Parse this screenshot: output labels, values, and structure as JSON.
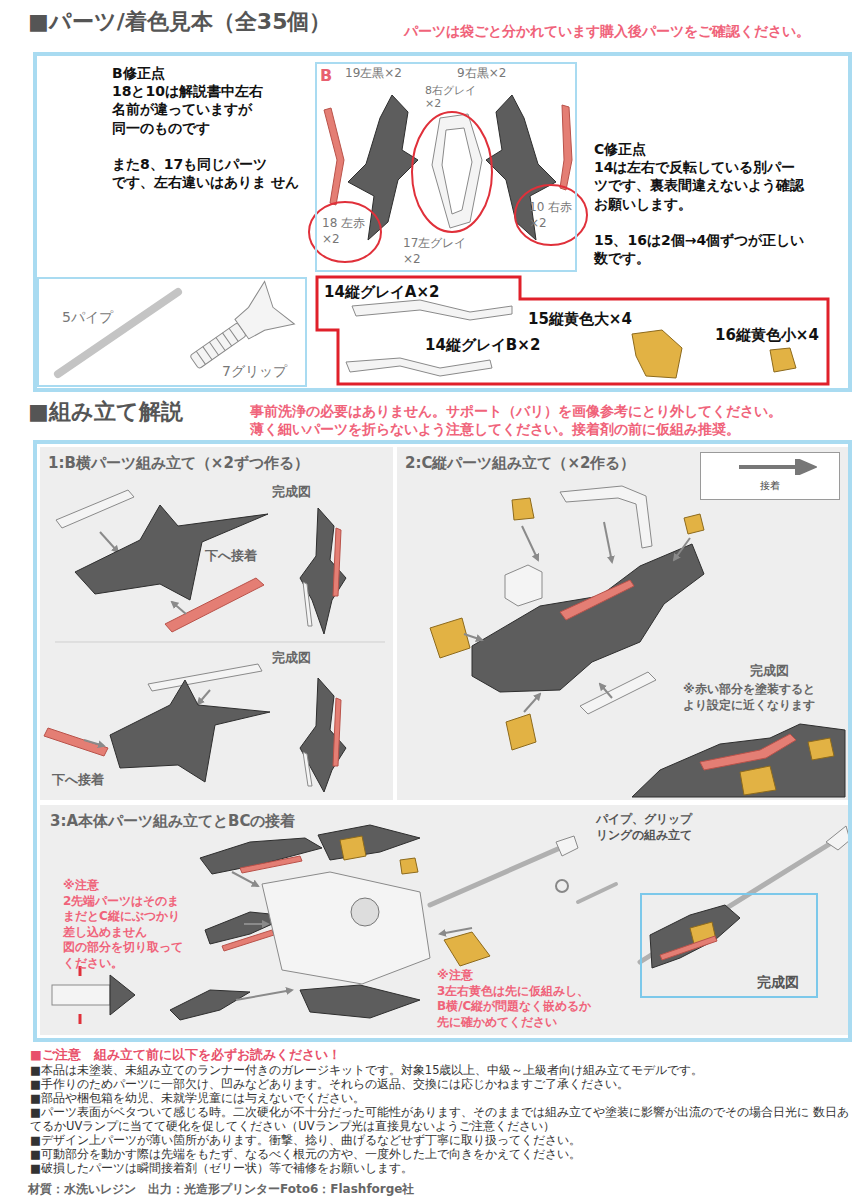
{
  "diagram": {
    "nodes": [
      {
        "text": [
          "■パーツ/着色見本（全35個）"
        ]
      },
      {
        "text": [
          "B修正点",
          "18と10は解説書中左右 名前が違っていますが 同一のものです",
          "また8、17も同じパーツ です、左右違いはありま せん"
        ],
        "in": 0
      },
      {
        "text": [
          "B"
        ],
        "in": 0
      },
      {
        "text": [
          "C修正点",
          "14は左右で反転している別パー ツです、裏表間違えないよう確認 お願いします。",
          "15、16は2個→4個ずつが正しい 数です。"
        ],
        "in": 0
      },
      {
        "text": [
          "14縦グレイA×2",
          "15縦黄色大×4",
          "14縦グレイB×2",
          "16縦黄色小×4"
        ],
        "in": 0
      },
      {
        "text": [
          "■組み立て解説"
        ]
      },
      {
        "text": [
          "1:B横パーツ組み立て（×2ずつ作る）"
        ],
        "in": 5
      },
      {
        "text": [
          "2:C縦パーツ組み立て（×2作る）"
        ],
        "in": 5
      },
      {
        "text": [
          "3:A本体パーツ組み立てとBCの接着"
        ],
        "in": 5
      },
      {
        "text": [
          "完成図"
        ],
        "in": 8
      },
      {
        "text": [
          "■ご注意　組み立て前に以下を必ずお読みください！",
          "■本品は未塗装、未組み立てのランナー付きのガレージキットです。対象15歳以上、中級～上級者向け組み立てモデルです。",
          "■手作りのためパーツに一部欠け、凹みなどあります。それらの返品、交換には応じかねますご了承ください。",
          "■部品や梱包箱を幼児、未就学児童には与えないでください。",
          "■パーツ表面がベタついて感じる時。二次硬化が不十分だった可能性があります、そのままでは組み立てや塗装に影響が出流のでその場合日光に 数日あてるかUVランプに当てて硬化を促してください（UVランプ光は直接見ないようご注意ください）",
          "■デザイン上パーツが薄い箇所があります。衝撃、捻り、曲げるなどせず丁寧に取り扱ってください。",
          "■可動部分を動かす際は先端をもたず、なるべく根元の方や、一度外した上で向きをかえてください。",
          "■破損したパーツは瞬間接着剤（ゼリー状）等で補修をお願いします。"
        ]
      }
    ],
    "labels": [
      "パーツは袋ごと分かれています購入後パーツをご確認ください。",
      "19左黒×2",
      "8右グレイ ×2",
      "9右黒×2",
      "18 左赤×2",
      "17左グレイ ×2",
      "10 右赤×2",
      "5パイプ",
      "7グリップ",
      "事前洗浄の必要はありません。サポート（バリ）を画像参考にとり外してください。 薄く細いパーツを折らないよう注意してください。接着剤の前に仮組み推奨。",
      "完成図",
      "下へ接着",
      "完成図",
      "下へ接着",
      "完成図",
      "※赤い部分を塗装すると より設定に近くなります",
      "※注意 2先端パーツはそのま まだとC縦にぶつかり 差し込めません 図の部分を切り取って ください。",
      "パイプ、グリップ リングの組み立て",
      "※注意 3左右黄色は先に仮組みし、 B横/C縦が問題なく嵌めるか 先に確かめてください",
      "材質：水洗いレジン　出力：光造形プリンターFoto6：Flashforge社"
    ],
    "legend": [
      {
        "text": "接着"
      }
    ]
  }
}
